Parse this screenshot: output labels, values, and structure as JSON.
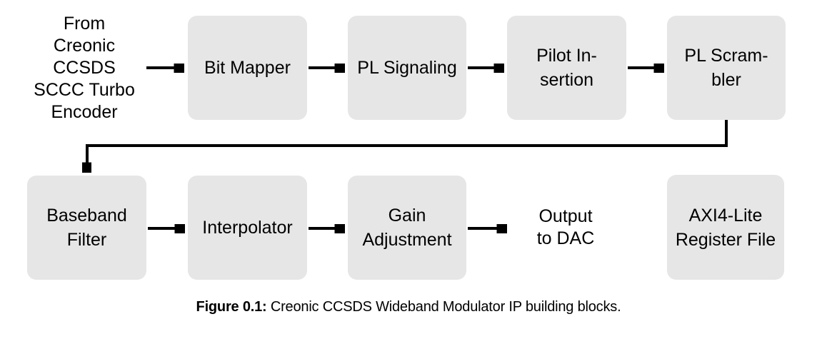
{
  "diagram": {
    "nodes": {
      "source_text": "From\nCreonic\nCCSDS\nSCCC Turbo\nEncoder",
      "bit_mapper": "Bit Mapper",
      "pl_signaling": "PL Signaling",
      "pilot_insertion": "Pilot In-\nsertion",
      "pl_scrambler": "PL Scram-\nbler",
      "baseband_filter": "Baseband\nFilter",
      "interpolator": "Interpolator",
      "gain_adjustment": "Gain\nAdjustment",
      "output_text": "Output\nto DAC",
      "axi4_register_file": "AXI4-Lite\nRegister File"
    },
    "edges": [
      {
        "from": "source_text",
        "to": "bit_mapper"
      },
      {
        "from": "bit_mapper",
        "to": "pl_signaling"
      },
      {
        "from": "pl_signaling",
        "to": "pilot_insertion"
      },
      {
        "from": "pilot_insertion",
        "to": "pl_scrambler"
      },
      {
        "from": "pl_scrambler",
        "to": "baseband_filter"
      },
      {
        "from": "baseband_filter",
        "to": "interpolator"
      },
      {
        "from": "interpolator",
        "to": "gain_adjustment"
      },
      {
        "from": "gain_adjustment",
        "to": "output_text"
      }
    ],
    "colors": {
      "block_fill": "#e6e6e6",
      "arrow": "#000000",
      "text": "#000000",
      "background": "#ffffff"
    }
  },
  "caption": {
    "label": "Figure 0.1:",
    "text": " Creonic CCSDS Wideband Modulator IP building blocks."
  }
}
